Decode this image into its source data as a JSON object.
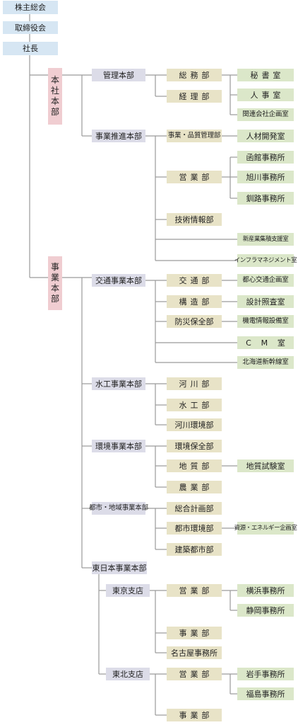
{
  "top": {
    "shareholders": "株主総会",
    "board": "取締役会",
    "president": "社長"
  },
  "headquarters": {
    "label": "本社本部",
    "kanri": {
      "label": "管理本部",
      "soumu": "総務部",
      "keiri": "経理部",
      "hisho": "秘書室",
      "jinji": "人事室",
      "kanren": "関連会社企画室"
    },
    "suishin": {
      "label": "事業推進本部",
      "jigyo_hinshitsu": "事業・品質管理部",
      "jinzai": "人材開発室",
      "eigyo": "営業部",
      "hakodate": "函館事務所",
      "asahikawa": "旭川事務所",
      "kushiro": "釧路事務所",
      "gijutsu": "技術情報部",
      "shinsangyo": "新産業集積支援室",
      "infra": "インフラマネジメント室"
    }
  },
  "business": {
    "label": "事業本部",
    "kotsu": {
      "label": "交通事業本部",
      "kotsu_bu": "交通部",
      "toshin": "都心交通企画室",
      "kozo": "構造部",
      "sekkei": "設計照査室",
      "bousai": "防災保全部",
      "kiden": "機電情報設備室",
      "cm": "CM室",
      "shinkansen": "北海道新幹線室"
    },
    "suiko": {
      "label": "水工事業本部",
      "kasen": "河川部",
      "suiko_bu": "水工部",
      "kasen_kankyo": "河川環境部"
    },
    "kankyo": {
      "label": "環境事業本部",
      "kankyo_hozen": "環境保全部",
      "chishitsu": "地質部",
      "chishitsu_shiken": "地質試験室",
      "nogyo": "農業部"
    },
    "toshi": {
      "label": "都市・地域事業本部",
      "sogo": "総合計画部",
      "toshi_kankyo": "都市環境部",
      "shigen": "資源・エネルギー企画室",
      "kenchiku": "建築都市部"
    },
    "higashi": {
      "label": "東日本事業本部",
      "tokyo": {
        "label": "東京支店",
        "eigyo": "営業部",
        "yokohama": "横浜事務所",
        "shizuoka": "静岡事務所",
        "jigyo": "事業部",
        "nagoya": "名古屋事務所"
      },
      "tohoku": {
        "label": "東北支店",
        "eigyo": "営業部",
        "iwate": "岩手事務所",
        "fukushima": "福島事務所",
        "jigyo": "事業部"
      }
    }
  }
}
